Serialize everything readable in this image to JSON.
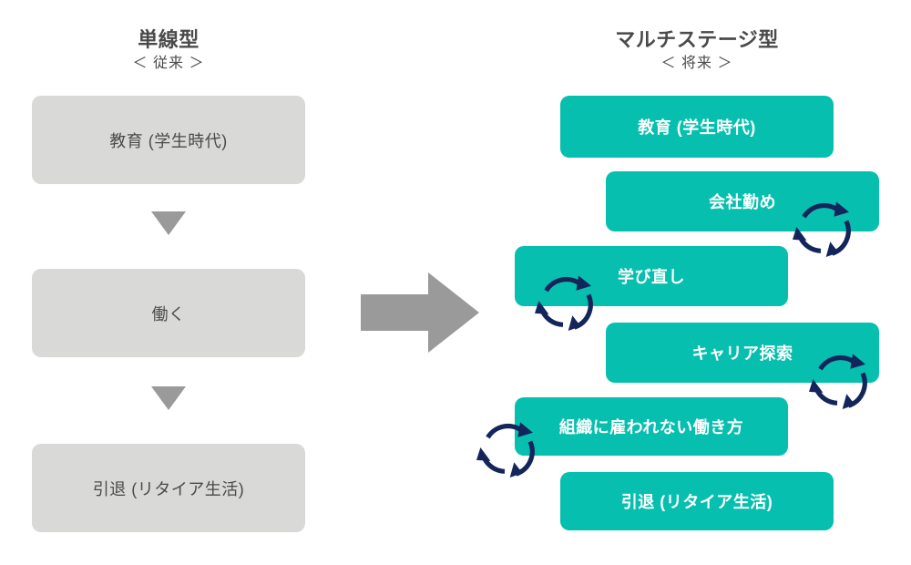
{
  "palette": {
    "gray_box": "#d9d9d7",
    "gray_text": "#4a4a4a",
    "green_box": "#06bfae",
    "green_text": "#ffffff",
    "arrow_gray": "#9a9a9a",
    "cycle_navy": "#14255c",
    "background": "#ffffff"
  },
  "left_column": {
    "title": "単線型",
    "subtitle": "＜ 従来 ＞",
    "stages": [
      {
        "label": "教育 (学生時代)"
      },
      {
        "label": "働く"
      },
      {
        "label": "引退 (リタイア生活)"
      }
    ],
    "connector_icon": "triangle-down-icon"
  },
  "center": {
    "transition_icon": "arrow-right-icon"
  },
  "right_column": {
    "title": "マルチステージ型",
    "subtitle": "＜ 将来 ＞",
    "stages": [
      {
        "label": "教育 (学生時代)",
        "cycle_icon": false
      },
      {
        "label": "会社勤め",
        "cycle_icon": true
      },
      {
        "label": "学び直し",
        "cycle_icon": true
      },
      {
        "label": "キャリア探索",
        "cycle_icon": true
      },
      {
        "label": "組織に雇われない働き方",
        "cycle_icon": true
      },
      {
        "label": "引退 (リタイア生活)",
        "cycle_icon": false
      }
    ],
    "cycle_icon_name": "cycle-arrows-icon"
  }
}
